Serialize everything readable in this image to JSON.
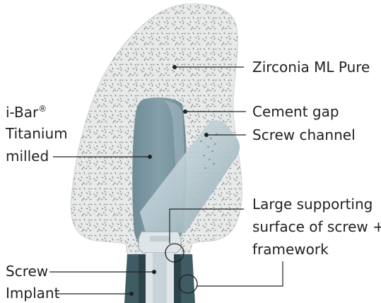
{
  "labels": {
    "zirconia": "Zirconia ML Pure",
    "ibar_line1": "i-Bar",
    "ibar_reg": "®",
    "ibar_line2": "Titanium",
    "ibar_line3": "milled",
    "cement_gap": "Cement gap",
    "screw_channel": "Screw channel",
    "support_line1": "Large supporting",
    "support_line2": "surface of screw +",
    "support_line3": "framework",
    "screw": "Screw",
    "implant": "Implant"
  },
  "colors": {
    "crown_fill": "#e8e9e9",
    "crown_speckle": "#6d7276",
    "framework": "#7b96a1",
    "framework_light": "#a9bcc4",
    "channel": "#c6d5dc",
    "implant": "#3f5b64",
    "implant_dark": "#2c434a",
    "screw": "#dfe5e7",
    "text": "#222222"
  }
}
